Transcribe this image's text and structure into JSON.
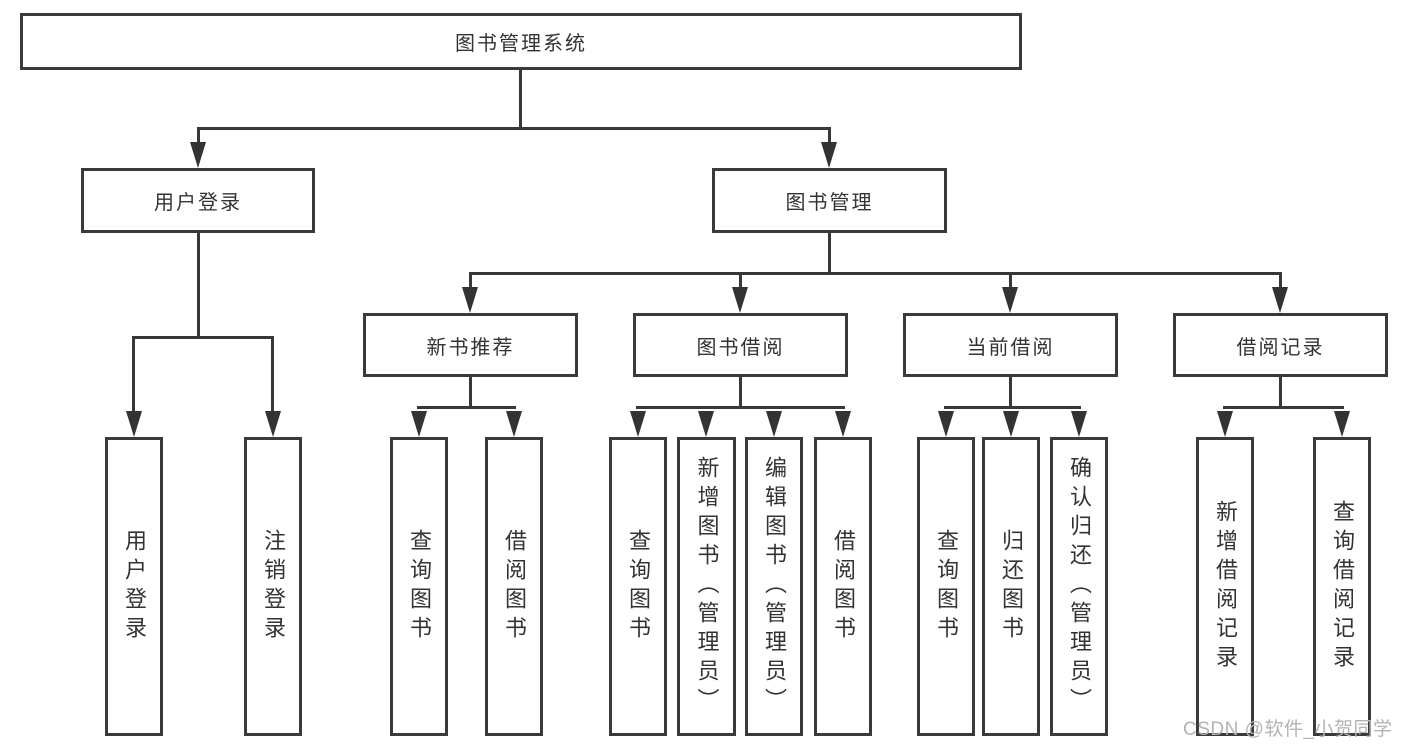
{
  "nodes": {
    "root": "图书管理系统",
    "user_login": "用户登录",
    "book_mgmt": "图书管理",
    "new_book_rec": "新书推荐",
    "book_borrow": "图书借阅",
    "current_borrow": "当前借阅",
    "borrow_records": "借阅记录",
    "leaf_user_login": "用户登录",
    "leaf_logout": "注销登录",
    "leaf_query_book_rec": "查询图书",
    "leaf_borrow_book_rec": "借阅图书",
    "leaf_query_book_borrow": "查询图书",
    "leaf_add_book_admin": "新增图书（管理员）",
    "leaf_edit_book_admin": "编辑图书（管理员）",
    "leaf_borrow_book_borrow": "借阅图书",
    "leaf_query_book_current": "查询图书",
    "leaf_return_book": "归还图书",
    "leaf_confirm_return_admin": "确认归还（管理员）",
    "leaf_add_borrow_record": "新增借阅记录",
    "leaf_query_borrow_record": "查询借阅记录"
  },
  "watermark": "CSDN @软件_小贺同学",
  "colors": {
    "line": "#383838",
    "text": "#333333",
    "watermark": "#b3b3b3",
    "background": "#ffffff"
  }
}
